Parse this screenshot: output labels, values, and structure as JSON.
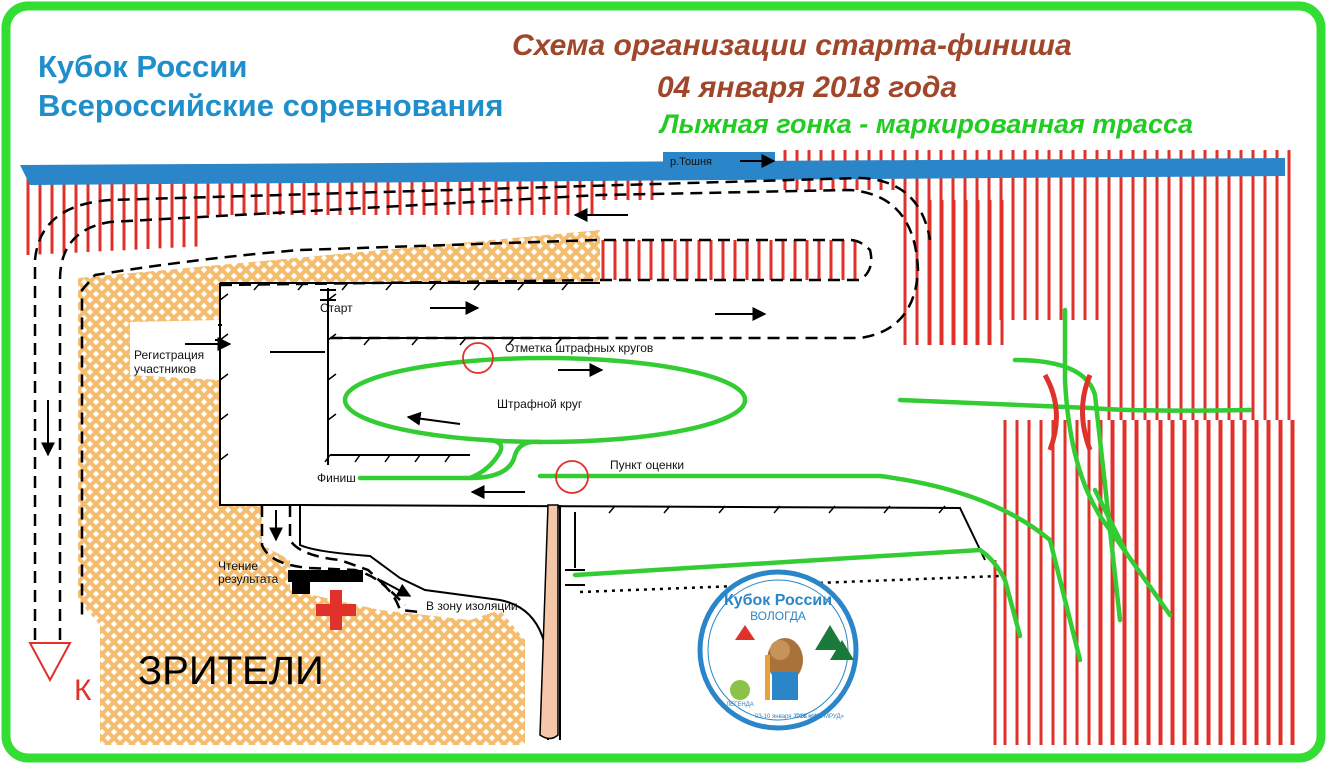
{
  "header": {
    "line1": "Кубок России",
    "line2": "Всероссийские соревнования",
    "scheme_title": "Схема организации старта-финиша",
    "scheme_date": "04 января 2018 года",
    "race_type": "Лыжная гонка - маркированная трасса"
  },
  "labels": {
    "river": "р.Тошня",
    "start": "Старт",
    "registration_1": "Регистрация",
    "registration_2": "участников",
    "penalty_mark": "Отметка штрафных кругов",
    "penalty_loop": "Штрафной круг",
    "assessment_point": "Пункт оценки",
    "finish": "Финиш",
    "result_reading_1": "Чтение",
    "result_reading_2": "результата",
    "isolation_zone": "В зону изоляции",
    "spectators": "ЗРИТЕЛИ",
    "control_letter": "К"
  },
  "logo": {
    "top_text": "Кубок России",
    "city": "ВОЛОГДА",
    "dates": "03-10 января 2018 года",
    "venue": "СОК «ИЗУМРУД»",
    "club": "ЛЕГЕНДА"
  },
  "colors": {
    "frame": "#33dd33",
    "river": "#2a86c8",
    "hatch": "#e0312b",
    "track": "#33cc33",
    "spectator_area": "#f6c98a",
    "header_blue": "#1f8fcc",
    "header_brown": "#a0462a"
  },
  "icons": [
    "control-point-triangle-icon",
    "first-aid-cross-icon",
    "direction-arrow-icon",
    "mascot-logo-icon"
  ]
}
